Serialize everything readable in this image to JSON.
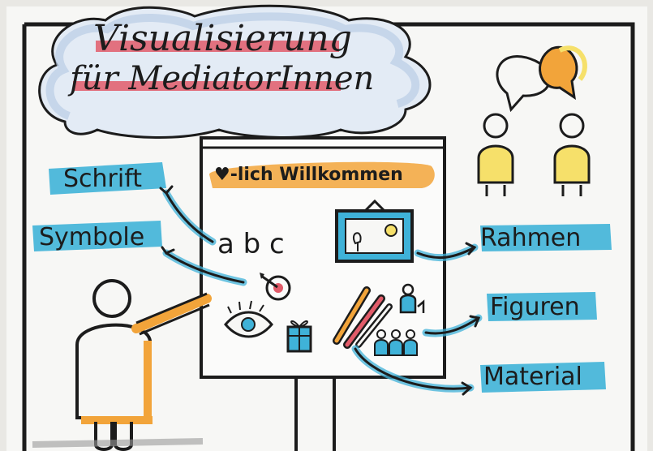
{
  "title": {
    "line1": "Visualisierung",
    "line2": "für MediatorInnen"
  },
  "flipchart": {
    "welcome": "♥-lich Willkommen",
    "letters": "a b c"
  },
  "labels": {
    "left": [
      "Schrift",
      "Symbole"
    ],
    "right": [
      "Rahmen",
      "Figuren",
      "Material"
    ]
  },
  "icons": [
    "speech-bubbles-icon",
    "person-icon",
    "framed-picture-icon",
    "target-icon",
    "eye-icon",
    "gift-icon",
    "pens-icon",
    "group-icon",
    "presenter-figure"
  ],
  "colors": {
    "paper": "#f7f7f5",
    "cloud": "#c9d8ea",
    "highlight_red": "#e25c6a",
    "highlight_orange": "#f2a43a",
    "highlight_blue": "#3fb2d8",
    "yellow": "#f6e06a",
    "ink": "#1c1c1c"
  }
}
